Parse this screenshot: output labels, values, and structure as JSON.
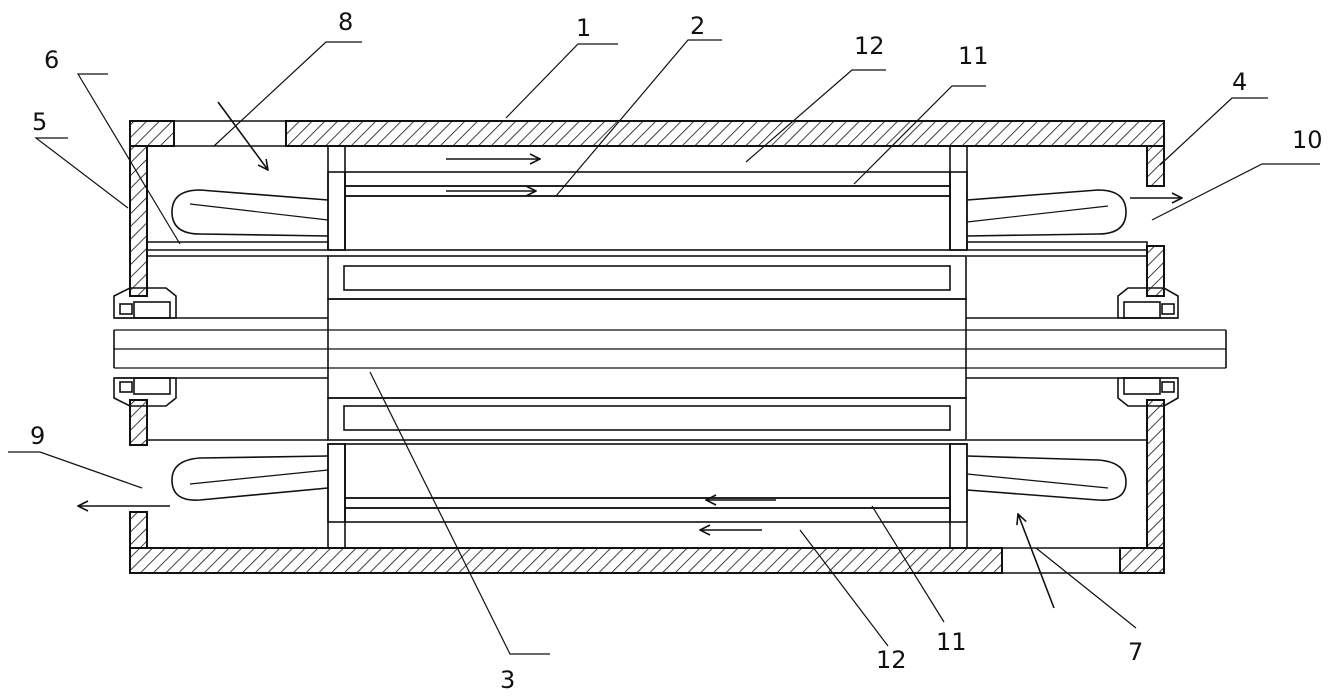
{
  "diagram": {
    "labels": [
      "1",
      "2",
      "3",
      "4",
      "5",
      "6",
      "7",
      "8",
      "9",
      "10",
      "11",
      "11",
      "12",
      "12"
    ]
  },
  "colors": {
    "line": "#111111",
    "background": "#ffffff"
  }
}
